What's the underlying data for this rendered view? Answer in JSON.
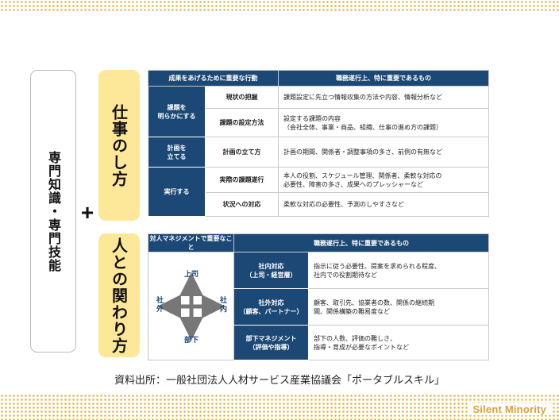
{
  "left": {
    "label": "専門知識・専門技能",
    "plus": "+"
  },
  "work": {
    "label": "仕事のし方",
    "header_col1": "成果をあげるために重要な行動",
    "header_col2": "職務遂行上、特に重要であるもの",
    "groups": [
      {
        "category": "課題を\n明らかにする",
        "rows": [
          {
            "action": "現状の把握",
            "desc": "課題設定に先立つ情報収集の方法や内容、情報分析など"
          },
          {
            "action": "課題の設定方法",
            "desc": "設定する課題の内容\n（会社全体、事業・商品、組織、仕事の進め方の課題）"
          }
        ]
      },
      {
        "category": "計画を\n立てる",
        "rows": [
          {
            "action": "計画の立て方",
            "desc": "計画の期間、関係者・調整事項の多さ、前例の有無など"
          }
        ]
      },
      {
        "category": "実行する",
        "rows": [
          {
            "action": "実際の課題遂行",
            "desc": "本人の役割、スケジュール管理、関係者、柔軟な対応の\n必要性、障害の多さ、成果へのプレッシャーなど"
          },
          {
            "action": "状況への対応",
            "desc": "柔軟な対応の必要性、予測のしやすさなど"
          }
        ]
      }
    ]
  },
  "people": {
    "label": "人との関わり方",
    "header_col1": "対人マネジメントで重要なこと",
    "header_col2": "職務遂行上、特に重要であるもの",
    "compass": {
      "up": "上司",
      "down": "部下",
      "left": "社\n外",
      "right": "社\n内"
    },
    "rows": [
      {
        "item": "社内対応\n（上司・経営層）",
        "desc": "指示に従う必要性、提案を求められる程度、\n社内での役割期待など"
      },
      {
        "item": "社外対応\n（顧客、パートナー）",
        "desc": "顧客、取引先、協業者の数、関係の継続期\n間、関係構築の難易度など"
      },
      {
        "item": "部下マネジメント\n（評価や指導）",
        "desc": "部下の人数、評価の難しさ、\n指導・育成が必要なポイントなど"
      }
    ]
  },
  "source": "資料出所：一般社団法人人材サービス産業協議会「ポータブルスキル」",
  "brand": "Silent Minority",
  "colors": {
    "navy": "#1c4876",
    "yellow": "#fde89a",
    "dots": "#e8b545",
    "arrow": "#777777"
  }
}
